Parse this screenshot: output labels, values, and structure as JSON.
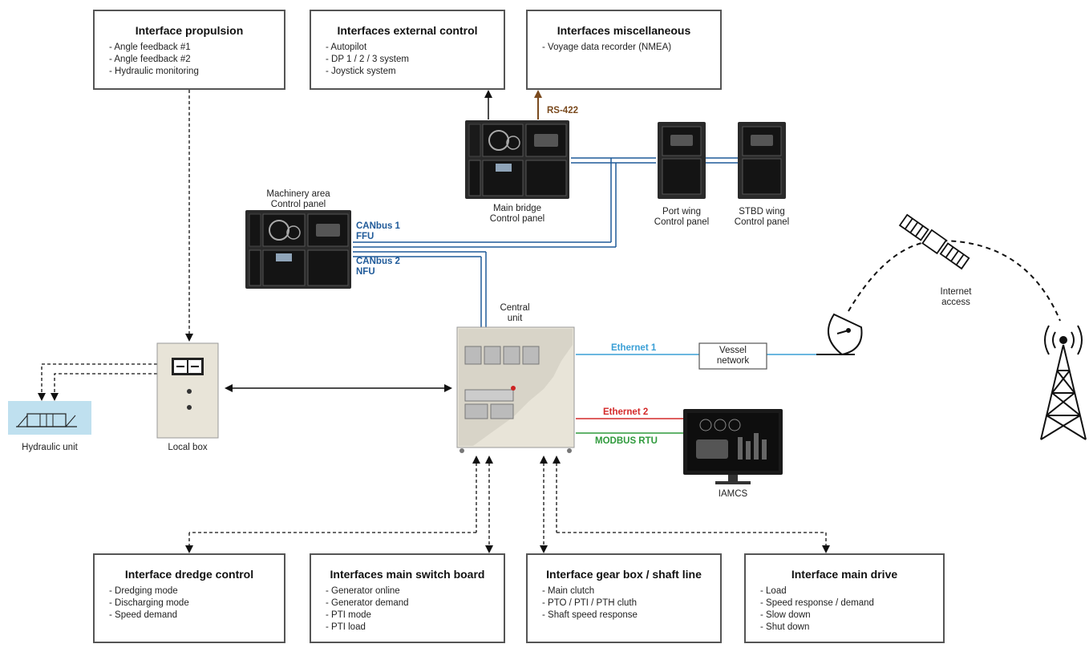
{
  "interfaces": {
    "propulsion": {
      "title": "Interface propulsion",
      "items": [
        "Angle feedback #1",
        "Angle feedback #2",
        "Hydraulic monitoring"
      ]
    },
    "external_control": {
      "title": "Interfaces external control",
      "items": [
        "Autopilot",
        "DP 1 / 2 / 3 system",
        "Joystick system"
      ]
    },
    "miscellaneous": {
      "title": "Interfaces miscellaneous",
      "items": [
        "Voyage data recorder (NMEA)"
      ]
    },
    "dredge_control": {
      "title": "Interface dredge control",
      "items": [
        "Dredging mode",
        "Discharging mode",
        "Speed demand"
      ]
    },
    "main_switch_board": {
      "title": "Interfaces main switch board",
      "items": [
        "Generator online",
        "Generator demand",
        "PTI mode",
        "PTI load"
      ]
    },
    "gear_box": {
      "title": "Interface gear box / shaft line",
      "items": [
        "Main clutch",
        "PTO / PTI / PTH cluth",
        "Shaft speed response"
      ]
    },
    "main_drive": {
      "title": "Interface main drive",
      "items": [
        "Load",
        "Speed response / demand",
        "Slow down",
        "Shut down"
      ]
    }
  },
  "labels": {
    "machinery_panel": [
      "Machinery area",
      "Control panel"
    ],
    "main_bridge": [
      "Main bridge",
      "Control panel"
    ],
    "port_wing": [
      "Port wing",
      "Control panel"
    ],
    "stbd_wing": [
      "STBD wing",
      "Control panel"
    ],
    "central_unit": [
      "Central",
      "unit"
    ],
    "local_box": "Local box",
    "hydraulic_unit": "Hydraulic unit",
    "iamcs": "IAMCS",
    "internet_access": [
      "Internet",
      "access"
    ],
    "vessel_network": [
      "Vessel",
      "network"
    ]
  },
  "buses": {
    "rs422": "RS-422",
    "canbus1": [
      "CANbus 1",
      "FFU"
    ],
    "canbus2": [
      "CANbus 2",
      "NFU"
    ],
    "ethernet1": "Ethernet 1",
    "ethernet2": "Ethernet 2",
    "modbus": "MODBUS RTU"
  },
  "colors": {
    "can_blue": "#1f5a99",
    "ethernet1": "#3a9fd6",
    "ethernet2": "#d42a2a",
    "modbus": "#2f9a3c",
    "rs422": "#7a4a1e",
    "panel": "#2a2a2a",
    "cabinet": "#e8e4d8",
    "hydraulic_bg": "#bfe0ef"
  },
  "icons": [
    "control-panel-icon",
    "central-unit-cabinet-icon",
    "local-box-icon",
    "hydraulic-valve-icon",
    "monitor-icon",
    "satellite-icon",
    "satellite-dish-icon",
    "radio-tower-icon"
  ]
}
